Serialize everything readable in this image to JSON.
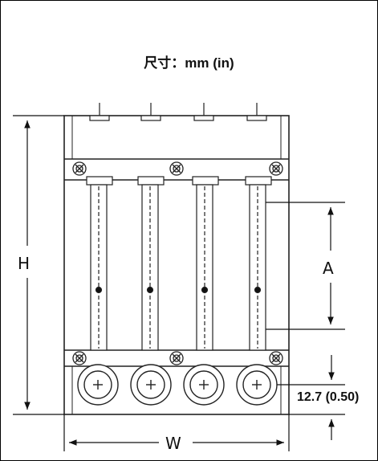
{
  "title": "尺寸：mm (in)",
  "dimensions": {
    "height_label": "H",
    "width_label": "W",
    "a_label": "A",
    "offset_label": "12.7 (0.50)"
  },
  "device": {
    "tube_count": 4,
    "description_color_stroke": "#222222"
  }
}
